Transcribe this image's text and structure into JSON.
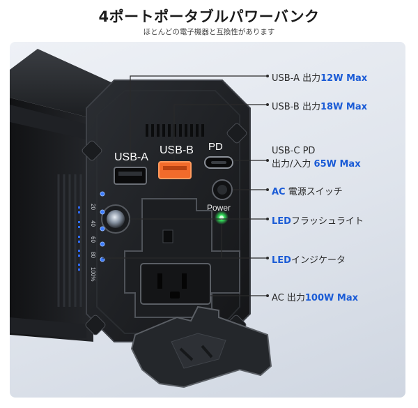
{
  "header": {
    "title": "4ポートポータブルパワーバンク",
    "subtitle": "ほとんどの電子機器と互換性があります"
  },
  "device": {
    "port_labels": {
      "usb_a": "USB-A",
      "usb_b": "USB-B",
      "pd": "PD",
      "power": "Power"
    },
    "battery_scale": [
      "20",
      "40",
      "60",
      "80",
      "100%"
    ]
  },
  "callouts": {
    "usb_a": {
      "text": "USB-A 出力",
      "value": "12W Max"
    },
    "usb_b": {
      "text": "USB-B 出力",
      "value": "18W Max"
    },
    "usb_c_line1": "USB-C PD",
    "usb_c_line2": {
      "text": "出力/入力",
      "value": "65W Max"
    },
    "ac_switch": {
      "prefix": "AC",
      "text": "電源スイッチ"
    },
    "flashlight": {
      "prefix": "LED",
      "text": "フラッシュライト"
    },
    "indicator": {
      "prefix": "LED",
      "text": "インジケータ"
    },
    "ac_output": {
      "text": "AC 出力",
      "value": "100W Max"
    }
  },
  "colors": {
    "accent": "#1a5bd6",
    "usb_b_port": "#f26b2b",
    "power_led": "#33e05a",
    "battery_led": "#2f6bff"
  }
}
